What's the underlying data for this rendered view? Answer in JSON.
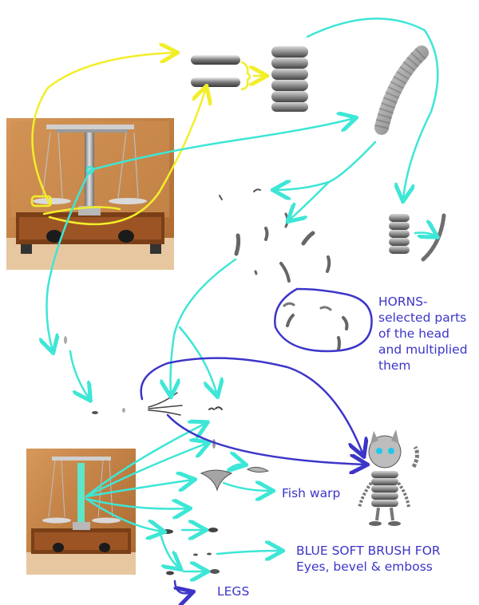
{
  "annotations": {
    "horns_line1": "HORNS-",
    "horns_line2": "selected parts",
    "horns_line3": "of the head",
    "horns_line4": "and multiplied",
    "horns_line5": "them",
    "fish_warp": "Fish warp",
    "blue_brush_line1": "BLUE SOFT BRUSH FOR",
    "blue_brush_line2": "Eyes, bevel & emboss",
    "legs": "LEGS"
  },
  "colors": {
    "yellow_arrow": "#f2ee2a",
    "cyan_arrow": "#3ee6d6",
    "blue_arrow": "#3d35c8",
    "cabinet_wood": "#c9874a",
    "metal": "#9a9a9a"
  }
}
